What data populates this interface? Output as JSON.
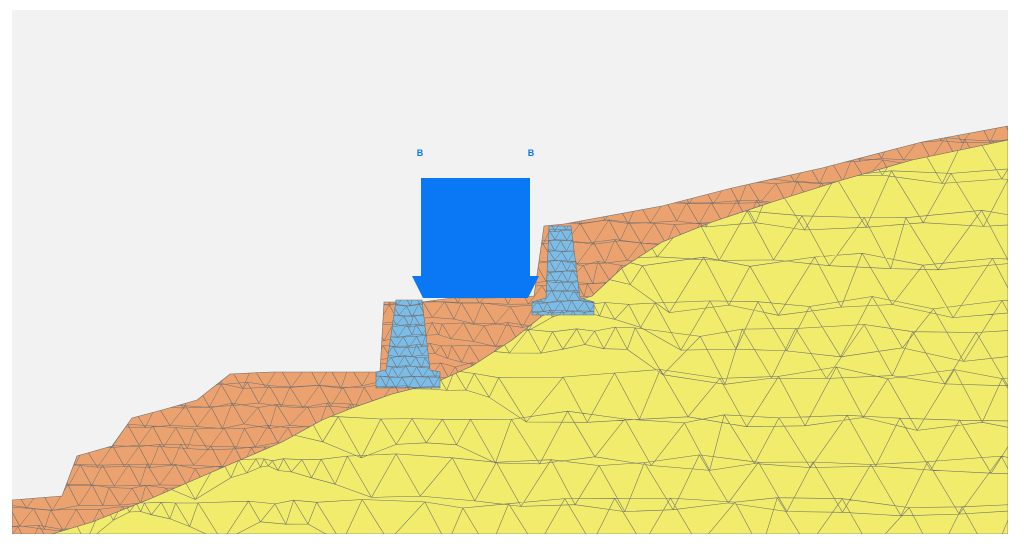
{
  "labels": {
    "load_left": "B",
    "load_right": "B"
  },
  "materials": {
    "background": "#f2f2f2",
    "bedrock": "#f1ec6b",
    "fill_soil": "#eba26f",
    "footing": "#7cbde8",
    "load": "#0a78f5",
    "mesh_line": "#6e6e6e"
  },
  "load": {
    "label": "B",
    "direction": "downward"
  },
  "footings": {
    "count": 2
  }
}
